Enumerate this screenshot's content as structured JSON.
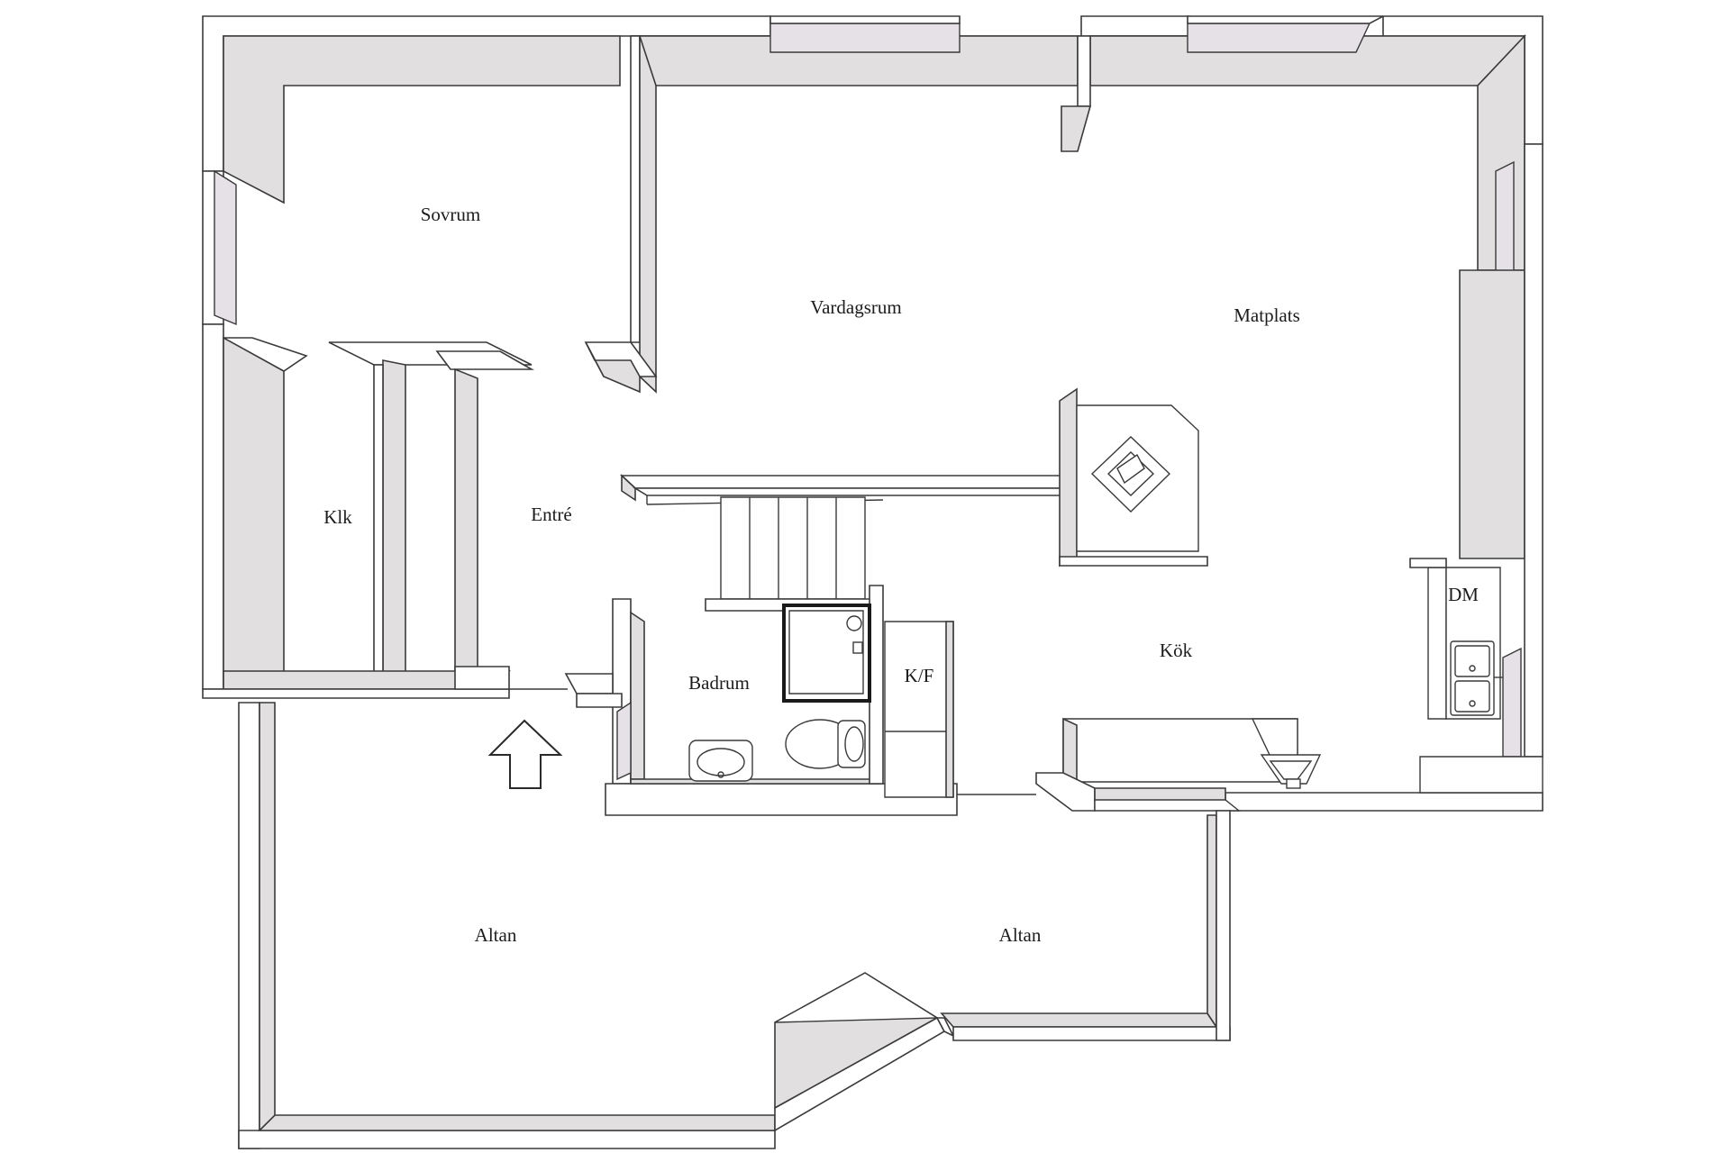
{
  "rooms": {
    "sovrum": "Sovrum",
    "vardagsrum": "Vardagsrum",
    "matplats": "Matplats",
    "klk": "Klk",
    "entre": "Entré",
    "badrum": "Badrum",
    "kf": "K/F",
    "kok": "Kök",
    "dm": "DM",
    "altan_left": "Altan",
    "altan_right": "Altan"
  },
  "icons": {
    "entrance": "entrance-arrow-icon",
    "sink": "washbasin-icon",
    "toilet": "toilet-icon",
    "shower": "shower-icon",
    "kitchen_sink": "kitchen-sink-icon",
    "fireplace": "fireplace-icon",
    "stairs": "staircase-icon",
    "stove": "stove-icon"
  },
  "colors": {
    "wall_side": "#e2dfe1",
    "line": "#3a3a3a",
    "background": "#ffffff"
  }
}
